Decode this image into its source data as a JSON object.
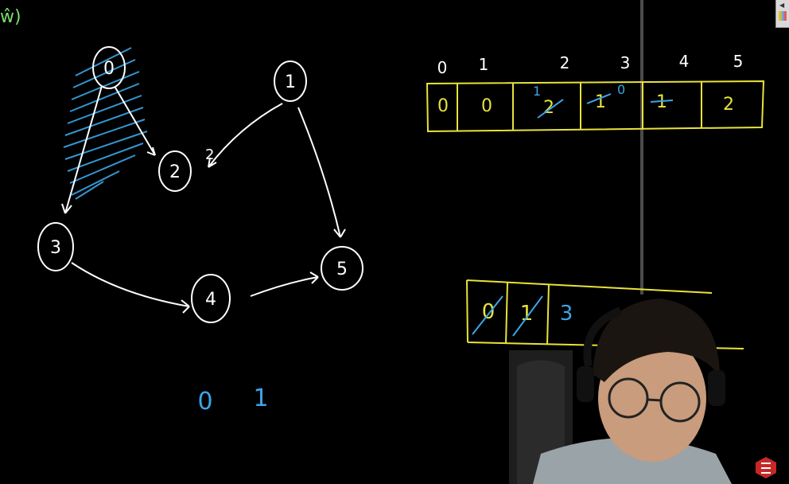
{
  "corner_mark": "ŵ)",
  "graph": {
    "nodes": [
      {
        "id": "node-0",
        "label": "0"
      },
      {
        "id": "node-1",
        "label": "1"
      },
      {
        "id": "node-2",
        "label": "2"
      },
      {
        "id": "node-3",
        "label": "3"
      },
      {
        "id": "node-4",
        "label": "4"
      },
      {
        "id": "node-5",
        "label": "5"
      }
    ],
    "edge_label_1_2": "2"
  },
  "indegree_array": {
    "indices": [
      "0",
      "1",
      "2",
      "3",
      "4",
      "5"
    ],
    "cells": [
      "0",
      "0",
      "2",
      "1",
      "1",
      "2"
    ],
    "updates": [
      "",
      "",
      "1",
      "0",
      "",
      ""
    ]
  },
  "queue": {
    "items": [
      "0",
      "1",
      "3"
    ]
  },
  "output_order": [
    "0",
    "1"
  ],
  "colors": {
    "background": "#000000",
    "chalk_white": "#ffffff",
    "yellow": "#e8e33a",
    "blue": "#3aa6e8"
  }
}
